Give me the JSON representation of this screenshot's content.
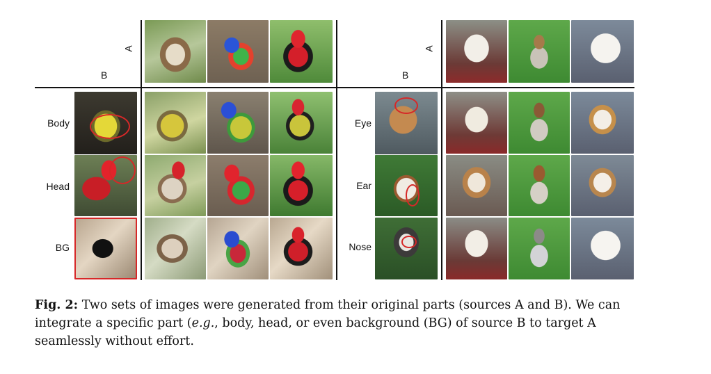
{
  "left_panel": {
    "header_a": "A",
    "header_b": "B",
    "rows": [
      {
        "label": "Body"
      },
      {
        "label": "Head"
      },
      {
        "label": "BG"
      }
    ]
  },
  "right_panel": {
    "header_a": "A",
    "header_b": "B",
    "rows": [
      {
        "label": "Eye"
      },
      {
        "label": "Ear"
      },
      {
        "label": "Nose"
      }
    ]
  },
  "caption": {
    "fig_label": "Fig. 2:",
    "text_1": " Two sets of images were generated from their original parts (sources A and B). We can integrate a specific part (",
    "eg": "e.g.",
    "text_2": ", body, head, or even background (BG) of source B to target A seamlessly without effort."
  },
  "colors": {
    "highlight_ring": "#d62828",
    "divider": "#111111"
  }
}
